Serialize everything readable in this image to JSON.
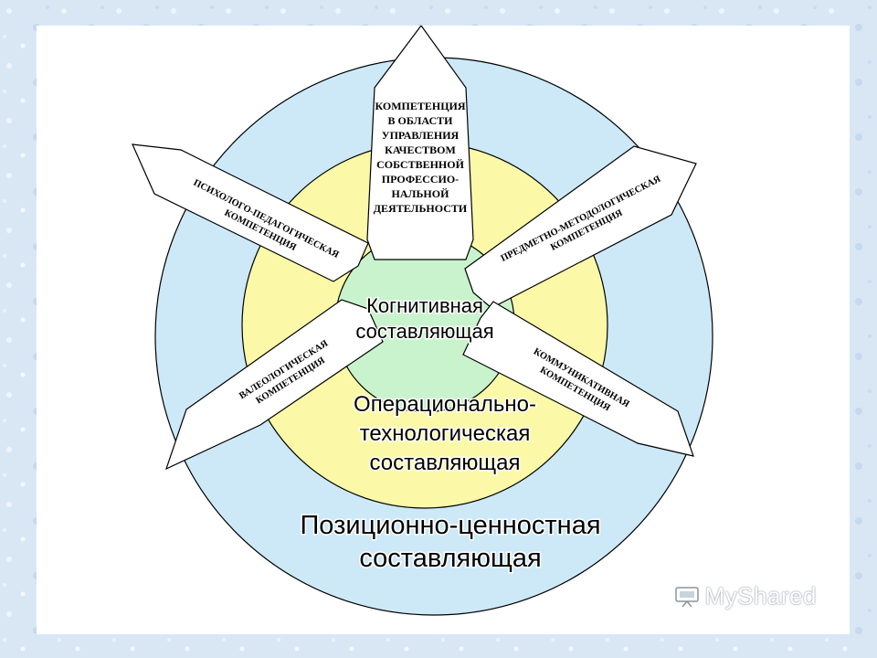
{
  "diagram": {
    "outer_ring_label": [
      "Позиционно-ценностная",
      "составляющая"
    ],
    "middle_ring_label": [
      "Операционально-",
      "технологическая",
      "составляющая"
    ],
    "inner_circle_label": [
      "Когнитивная",
      "составляющая"
    ],
    "arrows": {
      "top": [
        "КОМПЕТЕНЦИЯ",
        "В ОБЛАСТИ",
        "УПРАВЛЕНИЯ",
        "КАЧЕСТВОМ",
        "СОБСТВЕННОЙ",
        "ПРОФЕССИО-",
        "НАЛЬНОЙ",
        "ДЕЯТЕЛЬНОСТИ"
      ],
      "upper_left": [
        "ПСИХОЛОГО-ПЕДАГОГИЧЕСКАЯ",
        "КОМПЕТЕНЦИЯ"
      ],
      "upper_right": [
        "ПРЕДМЕТНО-МЕТОДОЛОГИЧЕСКАЯ",
        "КОМПЕТЕНЦИЯ"
      ],
      "lower_left": [
        "ВАЛЕОЛОГИЧЕСКАЯ",
        "КОМПЕТЕНЦИЯ"
      ],
      "lower_right": [
        "КОММУНИКАТИВНАЯ",
        "КОМПЕТЕНЦИЯ"
      ]
    },
    "colors": {
      "outer_ring": "#cde9f8",
      "middle_ring": "#fbf9a8",
      "inner_circle": "#c9f3cc",
      "arrow_fill": "#ffffff",
      "outline": "#000000"
    }
  },
  "watermark": {
    "text": "MyShared",
    "icon": "projector-screen-icon"
  }
}
